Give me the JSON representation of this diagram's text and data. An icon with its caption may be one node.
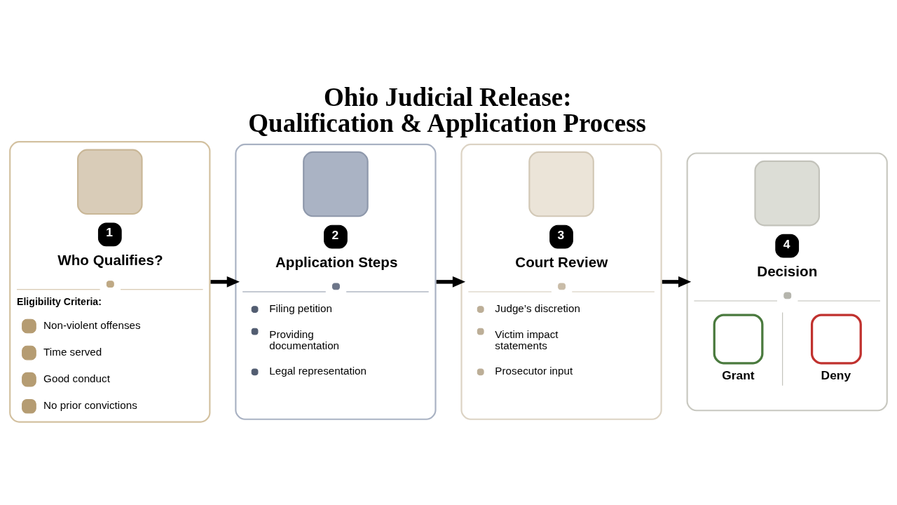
{
  "diagram": {
    "title": "Ohio Judicial Release: Qualification & Application Process",
    "nodes": [
      {
        "text": [
          "1",
          "Who Qualifies?",
          "Eligibility Criteria:",
          "Non-violent offenses",
          "Time served",
          "Good conduct",
          "No prior convictions"
        ]
      },
      {
        "text": [
          "2",
          "Application Steps",
          "Filing petition",
          "Providing documentation",
          "Legal representation"
        ]
      },
      {
        "text": [
          "3",
          "Court Review",
          "Judge’s discretion",
          "Victim impact statements",
          "Prosecutor input"
        ]
      },
      {
        "text": [
          "4",
          "Decision",
          "Grant",
          "Deny"
        ]
      }
    ],
    "edges": [
      {
        "from": 0,
        "to": 1,
        "arrow": "to"
      },
      {
        "from": 1,
        "to": 2,
        "arrow": "to"
      },
      {
        "from": 2,
        "to": 3,
        "arrow": "to"
      }
    ]
  }
}
